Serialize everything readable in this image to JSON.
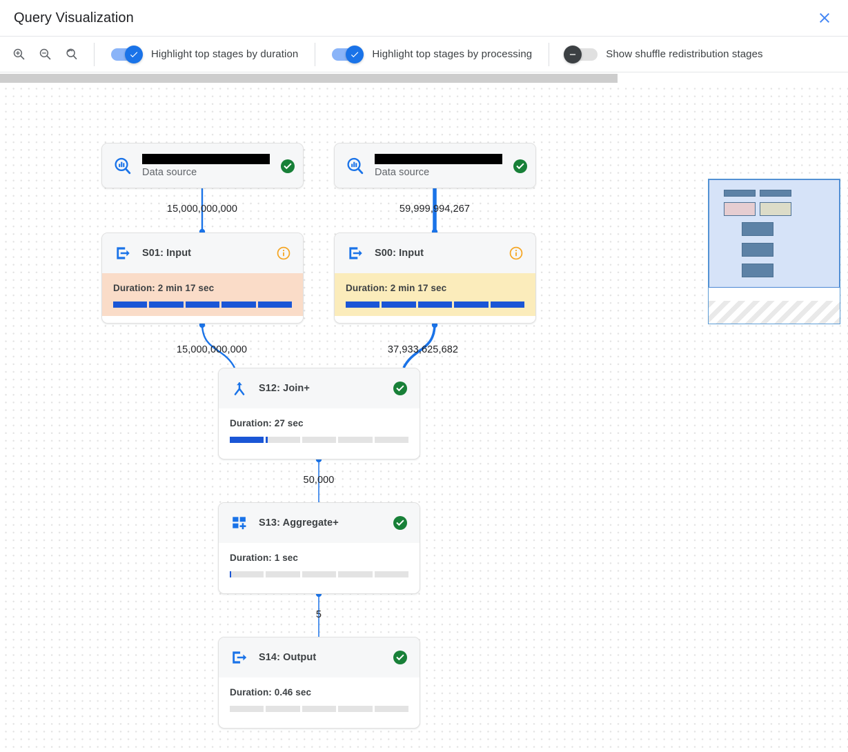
{
  "header": {
    "title": "Query Visualization",
    "close_icon": "close-icon"
  },
  "toolbar": {
    "zoom_in_icon": "zoom-in-icon",
    "zoom_out_icon": "zoom-out-icon",
    "zoom_reset_icon": "zoom-reset-icon",
    "toggles": [
      {
        "label": "Highlight top stages by duration",
        "on": true
      },
      {
        "label": "Highlight top stages by processing",
        "on": true
      },
      {
        "label": "Show shuffle redistribution stages",
        "on": false
      }
    ]
  },
  "colors": {
    "accent": "#1a73e8",
    "bar_fill": "#1a56d6",
    "success": "#188038",
    "warning": "#f5a623",
    "highlight_duration": "#fadcc8",
    "highlight_processing": "#fbecbb",
    "edge": "#1a73e8"
  },
  "graph": {
    "nodes": [
      {
        "id": "ds-left",
        "kind": "data-source",
        "icon": "data-source-search-icon",
        "name_redacted": true,
        "subtitle": "Data source",
        "status": "success",
        "status_icon": "check-circle-icon"
      },
      {
        "id": "ds-right",
        "kind": "data-source",
        "icon": "data-source-search-icon",
        "name_redacted": true,
        "subtitle": "Data source",
        "status": "success",
        "status_icon": "check-circle-icon"
      },
      {
        "id": "S01",
        "kind": "stage",
        "icon": "input-arrow-icon",
        "title": "S01: Input",
        "status": "info",
        "status_icon": "info-circle-icon",
        "duration": "Duration: 2 min 17 sec",
        "progress_pct": 100,
        "highlight": "duration"
      },
      {
        "id": "S00",
        "kind": "stage",
        "icon": "input-arrow-icon",
        "title": "S00: Input",
        "status": "info",
        "status_icon": "info-circle-icon",
        "duration": "Duration: 2 min 17 sec",
        "progress_pct": 100,
        "highlight": "processing"
      },
      {
        "id": "S12",
        "kind": "stage",
        "icon": "join-merge-icon",
        "title": "S12: Join+",
        "status": "success",
        "status_icon": "check-circle-icon",
        "duration": "Duration: 27 sec",
        "progress_pct": 21,
        "highlight": "none"
      },
      {
        "id": "S13",
        "kind": "stage",
        "icon": "aggregate-plus-icon",
        "title": "S13: Aggregate+",
        "status": "success",
        "status_icon": "check-circle-icon",
        "duration": "Duration: 1 sec",
        "progress_pct": 1,
        "highlight": "none"
      },
      {
        "id": "S14",
        "kind": "stage",
        "icon": "output-arrow-icon",
        "title": "S14: Output",
        "status": "success",
        "status_icon": "check-circle-icon",
        "duration": "Duration: 0.46 sec",
        "progress_pct": 0,
        "highlight": "none"
      }
    ],
    "edges": [
      {
        "from": "ds-left",
        "to": "S01",
        "label": "15,000,000,000"
      },
      {
        "from": "ds-right",
        "to": "S00",
        "label": "59,999,994,267"
      },
      {
        "from": "S01",
        "to": "S12",
        "label": "15,000,000,000"
      },
      {
        "from": "S00",
        "to": "S12",
        "label": "37,933,625,682"
      },
      {
        "from": "S12",
        "to": "S13",
        "label": "50,000"
      },
      {
        "from": "S13",
        "to": "S14",
        "label": "5"
      }
    ]
  },
  "minimap": {
    "name": "graph-minimap"
  }
}
